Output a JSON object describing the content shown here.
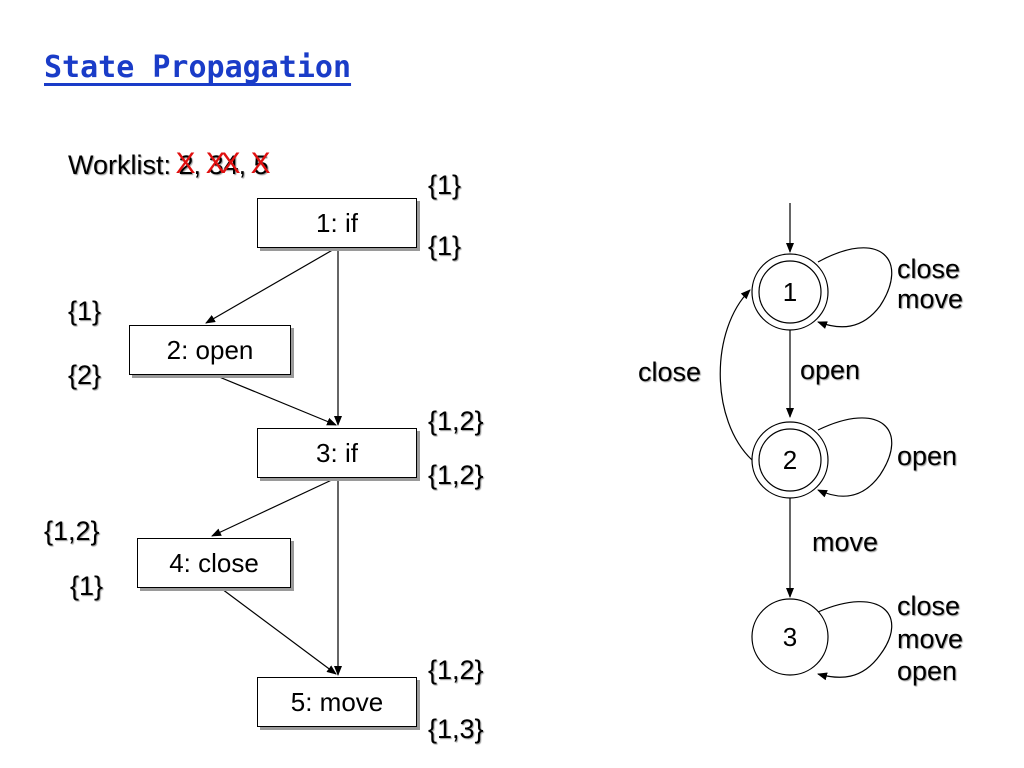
{
  "title": "State Propagation",
  "worklist": {
    "label": "Worklist: ",
    "items": [
      {
        "text": "2",
        "struck": true,
        "sep": ", "
      },
      {
        "text": "3",
        "struck": true,
        "sep": ""
      },
      {
        "text": "4",
        "struck": true,
        "sep": ", "
      },
      {
        "text": "5",
        "struck": true,
        "sep": ""
      }
    ],
    "strike_glyph": "X",
    "strike_color": "#e01010"
  },
  "flowgraph": {
    "nodes": [
      {
        "label": "1: if",
        "in": "{1}",
        "out": "{1}"
      },
      {
        "label": "2: open",
        "in": "{1}",
        "out": "{2}"
      },
      {
        "label": "3: if",
        "in": "{1,2}",
        "out": "{1,2}"
      },
      {
        "label": "4: close",
        "in": "{1,2}",
        "out": "{1}"
      },
      {
        "label": "5: move",
        "in": "{1,2}",
        "out": "{1,3}"
      }
    ]
  },
  "automaton": {
    "states": [
      {
        "label": "1",
        "accepting": true,
        "self_loop": [
          "close",
          "move"
        ]
      },
      {
        "label": "2",
        "accepting": true,
        "self_loop": [
          "open"
        ]
      },
      {
        "label": "3",
        "accepting": false,
        "self_loop": [
          "close",
          "move",
          "open"
        ]
      }
    ],
    "transitions": [
      {
        "from": "1",
        "to": "2",
        "label": "open"
      },
      {
        "from": "2",
        "to": "1",
        "label": "close"
      },
      {
        "from": "2",
        "to": "3",
        "label": "move"
      }
    ]
  }
}
